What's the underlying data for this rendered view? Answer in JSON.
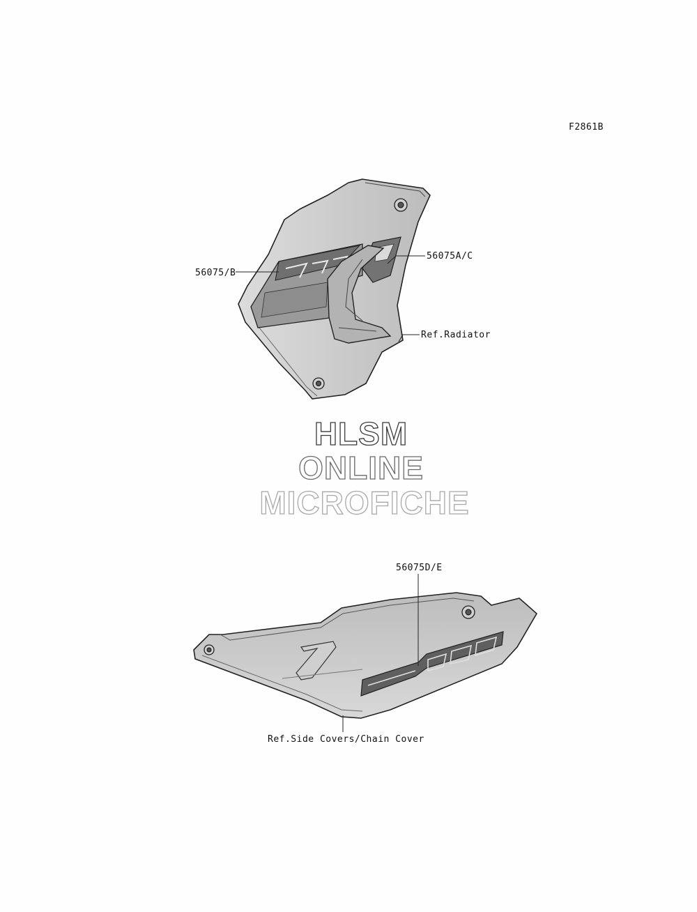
{
  "figure_code": "F2861B",
  "callouts": {
    "shroud_left": "56075/B",
    "shroud_right": "56075A/C",
    "ref_radiator": "Ref.Radiator",
    "side_cover": "56075D/E",
    "ref_side_covers": "Ref.Side Covers/Chain Cover"
  },
  "watermark": {
    "line1": "HLSM",
    "line2": "ONLINE",
    "line3": "MICROFICHE",
    "colors": [
      "#3a3a3a",
      "#6a6a6a",
      "#a8a8a8"
    ]
  }
}
